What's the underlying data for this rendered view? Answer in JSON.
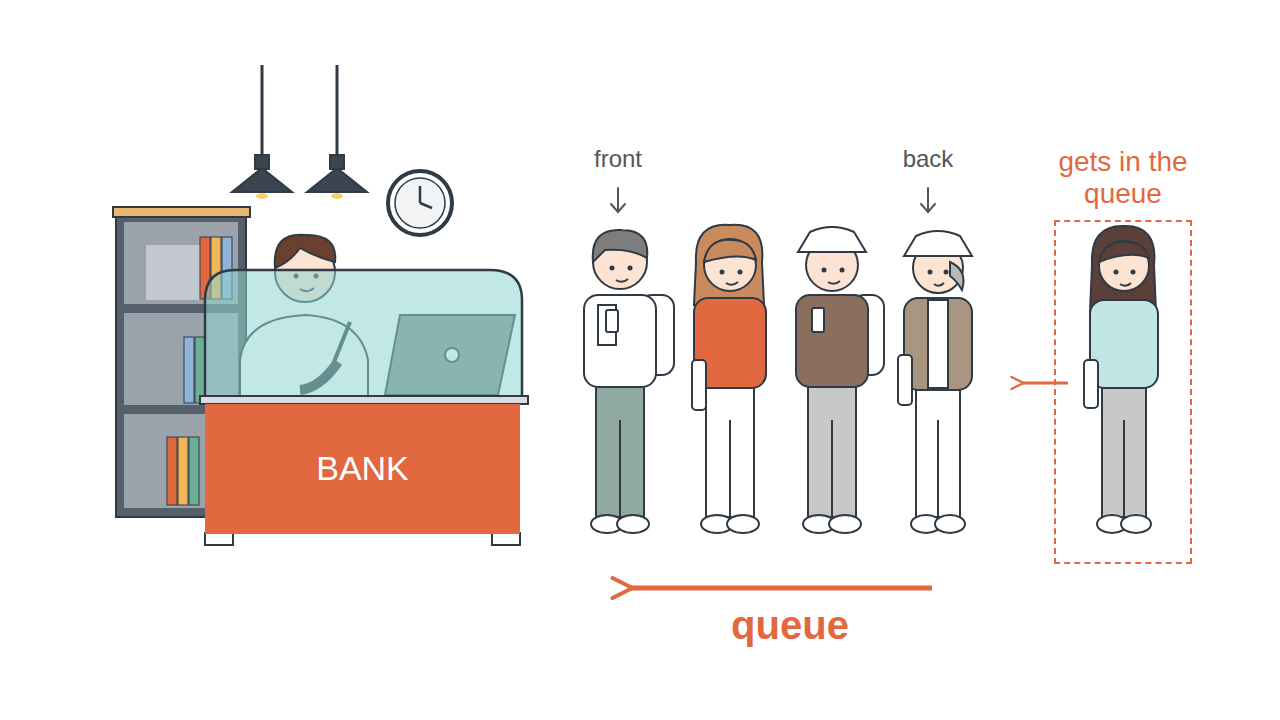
{
  "diagram": {
    "nodes": [
      {
        "text": [
          "BANK"
        ]
      },
      {
        "text": [
          "gets in the queue"
        ]
      }
    ],
    "labels": [
      "front",
      "back",
      "queue"
    ]
  }
}
